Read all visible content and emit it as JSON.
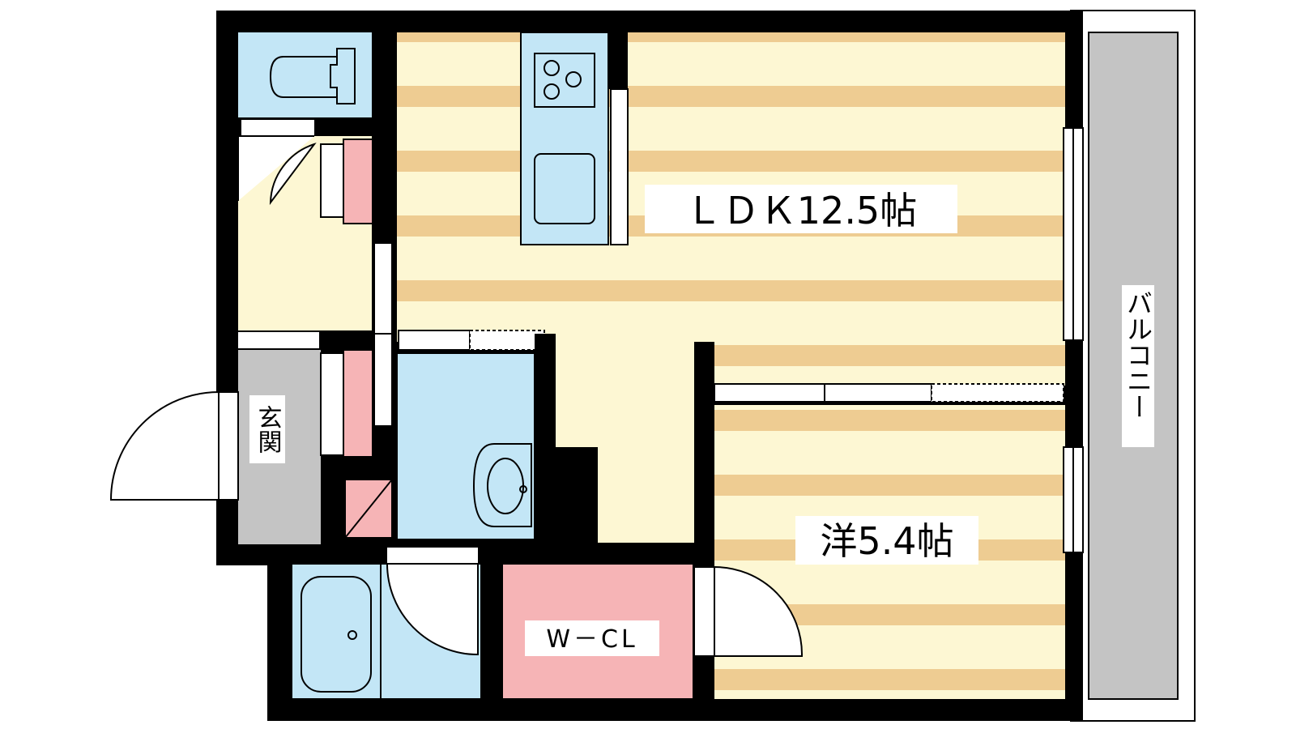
{
  "rooms": {
    "ldk": {
      "label": "ＬＤＫ12.5帖"
    },
    "western": {
      "label": "洋5.4帖"
    },
    "wcl": {
      "label": "W－CL"
    },
    "entrance": {
      "label": "玄関"
    },
    "balcony": {
      "label": "バルコニー"
    }
  },
  "colors": {
    "wall": "#000000",
    "floor_base": "#fdf7d3",
    "floor_stripe": "#eecc92",
    "water": "#c3e6f6",
    "closet": "#f6b4b6",
    "entrance_floor": "#c4c4c4",
    "balcony_floor": "#c4c4c4"
  }
}
